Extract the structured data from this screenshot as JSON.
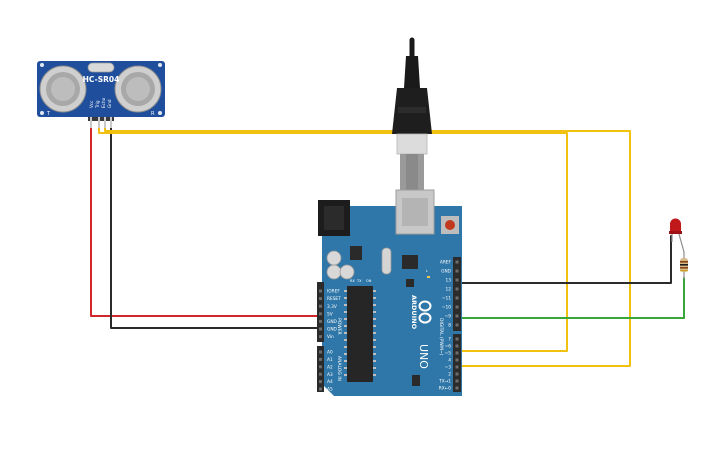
{
  "sensor": {
    "model": "HC-SR04",
    "pins": [
      "Vcc",
      "Trig",
      "Echo",
      "Gnd"
    ],
    "corner_marks": [
      "T",
      "R"
    ]
  },
  "board": {
    "brand": "ARDUINO",
    "model": "UNO",
    "digital_caption": "DIGITAL (PWM~)",
    "power_caption": "POWER",
    "analog_caption": "ANALOG IN",
    "on_label": "ON",
    "tx_label": "TX",
    "rx_label": "RX",
    "l_label": "L",
    "digital_pins": [
      "AREF",
      "GND",
      "13",
      "12",
      "~11",
      "~10",
      "~9",
      "8",
      "7",
      "~6",
      "~5",
      "4",
      "~3",
      "2",
      "TX→1",
      "RX←0"
    ],
    "power_pins": [
      "IOREF",
      "RESET",
      "3.3V",
      "5V",
      "GND",
      "GND",
      "Vin"
    ],
    "analog_pins": [
      "A0",
      "A1",
      "A2",
      "A3",
      "A4",
      "A5"
    ]
  },
  "colors": {
    "background": "#ffffff",
    "board": "#2f77a8",
    "sensor_pcb": "#1f4f9c",
    "wire_red": "#d3262a",
    "wire_black": "#2b2b2b",
    "wire_yellow": "#f2c00f",
    "wire_green": "#3aa53a",
    "led": "#c0181b"
  }
}
